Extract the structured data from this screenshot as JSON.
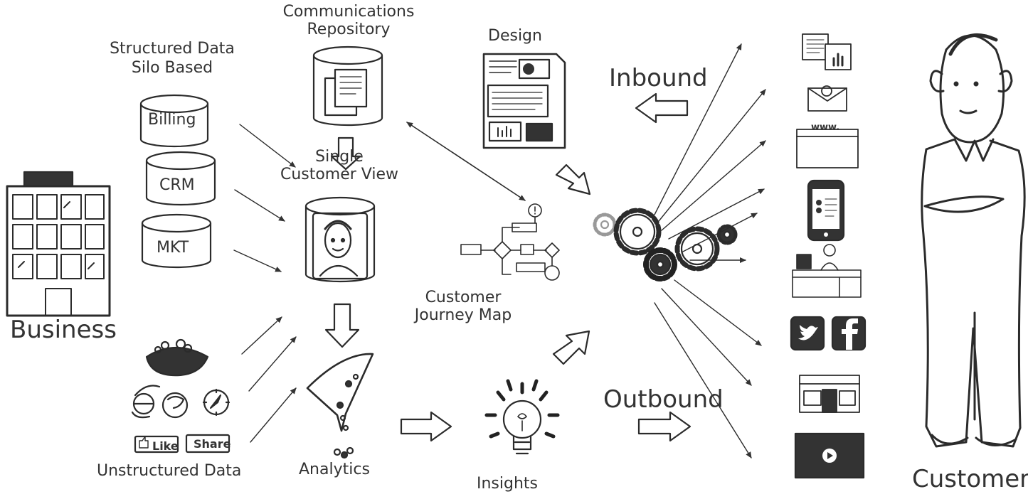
{
  "labels": {
    "business": "Business",
    "structured_line1": "Structured Data",
    "structured_line2": "Silo Based",
    "billing": "Billing",
    "crm": "CRM",
    "mkt": "MKT",
    "comm_line1": "Communications",
    "comm_line2": "Repository",
    "design": "Design",
    "inbound": "Inbound",
    "scv_line1": "Single",
    "scv_line2": "Customer View",
    "journey_line1": "Customer",
    "journey_line2": "Journey Map",
    "unstructured": "Unstructured Data",
    "analytics": "Analytics",
    "insights": "Insights",
    "outbound": "Outbound",
    "customer": "Customer",
    "like_btn": "Like",
    "share_btn": "Share",
    "www": "www."
  },
  "icons": {
    "channels": [
      "documents-icon",
      "email-icon",
      "website-icon",
      "smartphone-icon",
      "call-center-icon",
      "twitter-icon",
      "facebook-icon",
      "store-icon",
      "video-icon"
    ],
    "web_sources": [
      "world-map-icon",
      "internet-explorer-icon",
      "firefox-icon",
      "safari-compass-icon"
    ]
  },
  "colors": {
    "ink": "#2b2b2b",
    "paper": "#ffffff",
    "dark": "#333333"
  }
}
